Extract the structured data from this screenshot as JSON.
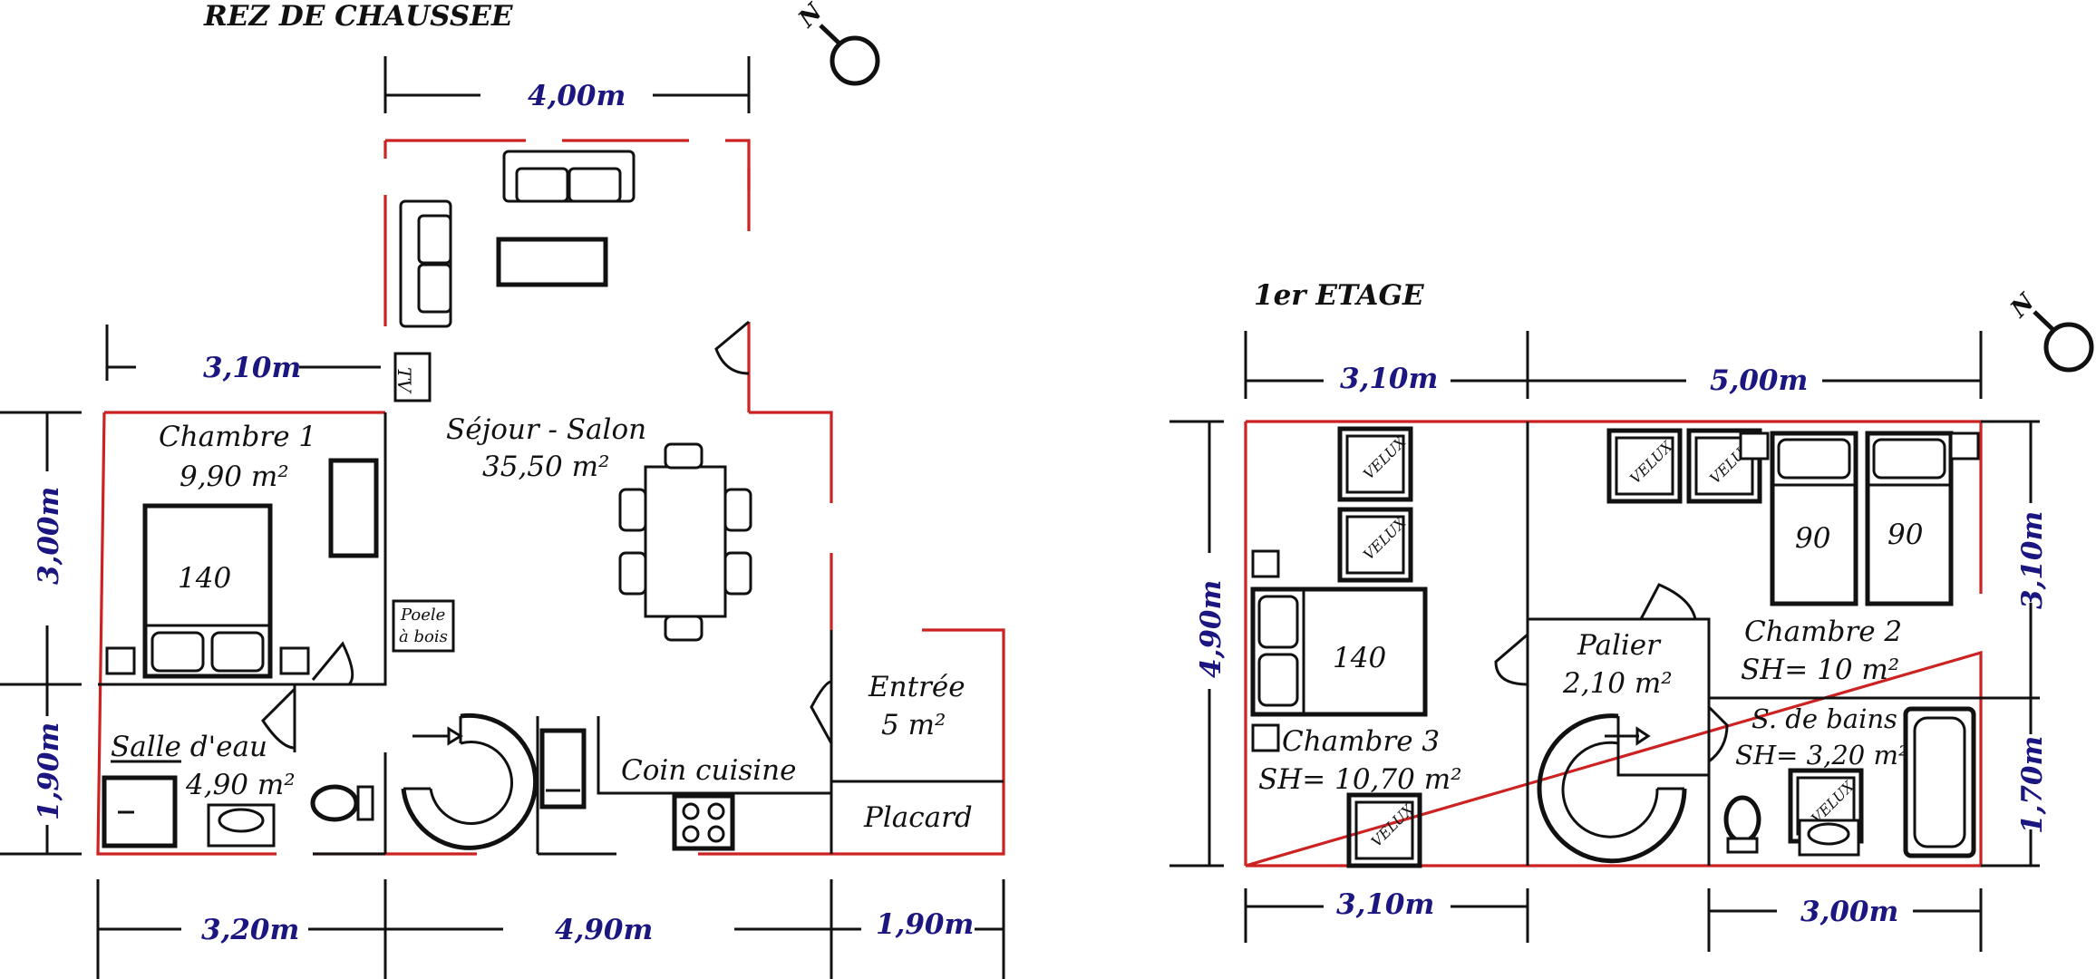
{
  "ground_floor": {
    "title": "REZ DE CHAUSSEE",
    "rooms": {
      "chambre1": {
        "name": "Chambre 1",
        "area": "9,90 m²"
      },
      "sejour": {
        "name": "Séjour - Salon",
        "area": "35,50 m²"
      },
      "salle_eau": {
        "name": "Salle d'eau",
        "area": "4,90 m²"
      },
      "entree": {
        "name": "Entrée",
        "area": "5 m²"
      },
      "cuisine": {
        "name": "Coin cuisine"
      },
      "placard": {
        "name": "Placard"
      }
    },
    "bed_label": "140",
    "poele_line1": "Poele",
    "poele_line2": "à bois",
    "tv_label": "TV",
    "dims": {
      "top_400": "4,00m",
      "top_310": "3,10m",
      "left_300": "3,00m",
      "left_190": "1,90m",
      "bottom_320": "3,20m",
      "bottom_490": "4,90m",
      "bottom_190": "1,90m"
    }
  },
  "first_floor": {
    "title": "1er ETAGE",
    "rooms": {
      "chambre3": {
        "name": "Chambre 3",
        "area": "SH= 10,70 m²"
      },
      "palier": {
        "name": "Palier",
        "area": "2,10 m²"
      },
      "chambre2": {
        "name": "Chambre 2",
        "area": "SH= 10 m²"
      },
      "sdb": {
        "name": "S. de bains",
        "area": "SH= 3,20 m²"
      }
    },
    "bed_140": "140",
    "bed_90a": "90",
    "bed_90b": "90",
    "velux": "VELUX",
    "dims": {
      "top_310": "3,10m",
      "top_500": "5,00m",
      "left_490": "4,90m",
      "right_310": "3,10m",
      "right_170": "1,70m",
      "bottom_310": "3,10m",
      "bottom_300": "3,00m"
    }
  },
  "north_label": "N",
  "colors": {
    "wall": "#cc2222",
    "dimension": "#1b1680",
    "line": "#111111"
  }
}
